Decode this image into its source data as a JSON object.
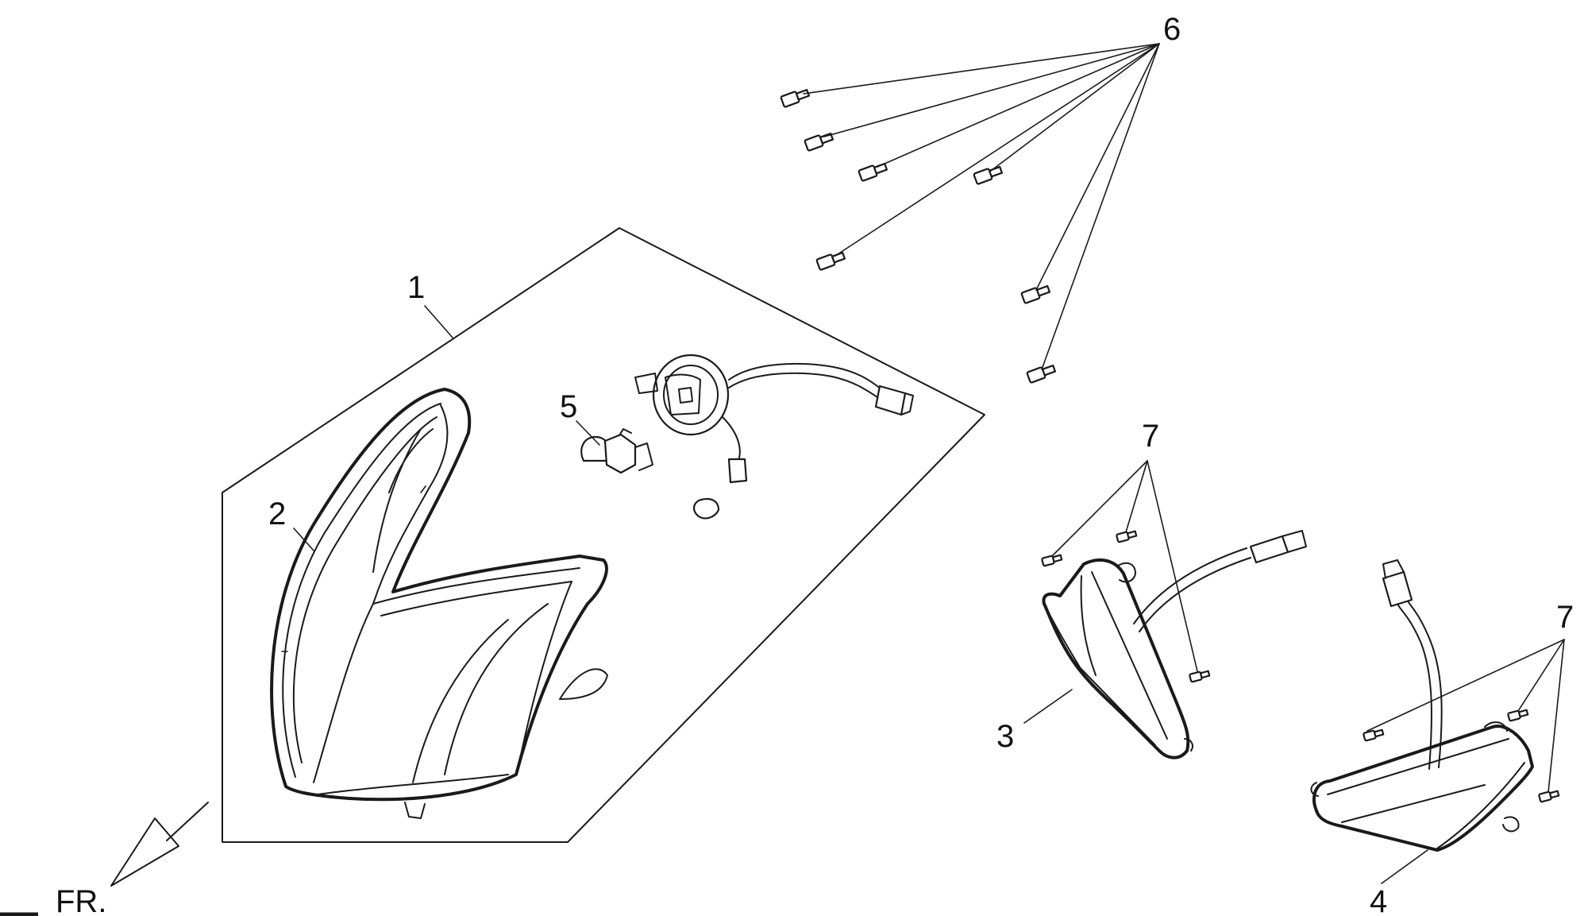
{
  "callouts": {
    "c1": "1",
    "c2": "2",
    "c3": "3",
    "c4": "4",
    "c5": "5",
    "c6": "6",
    "c7a": "7",
    "c7b": "7"
  },
  "direction_label": "FR.",
  "colors": {
    "line": "#1a1a1a",
    "background": "#ffffff"
  }
}
